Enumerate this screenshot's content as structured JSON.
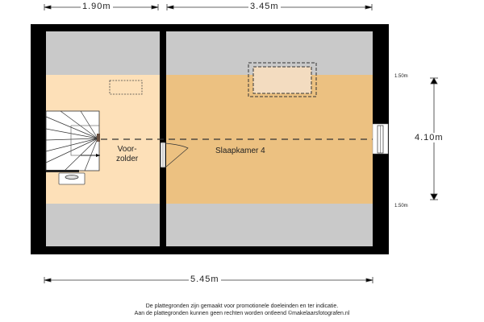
{
  "dimensions": {
    "top_left": "1.90m",
    "top_right": "3.45m",
    "bottom": "5.45m",
    "right": "4.10m",
    "height_top": "1.50m",
    "height_bottom": "1.50m"
  },
  "rooms": {
    "voorzolder_line1": "Voor-",
    "voorzolder_line2": "zolder",
    "slaapkamer": "Slaapkamer 4"
  },
  "footer": {
    "line1": "De plattegronden zijn gemaakt voor promotionele doeleinden en ter indicatie.",
    "line2": "Aan de plattegronden kunnen geen rechten worden ontleend ©makelaarsfotografen.nl"
  },
  "colors": {
    "wall": "#000000",
    "low_ceiling": "#c9c9c9",
    "voorzolder": "#fde0b8",
    "slaapkamer": "#ecc181"
  }
}
